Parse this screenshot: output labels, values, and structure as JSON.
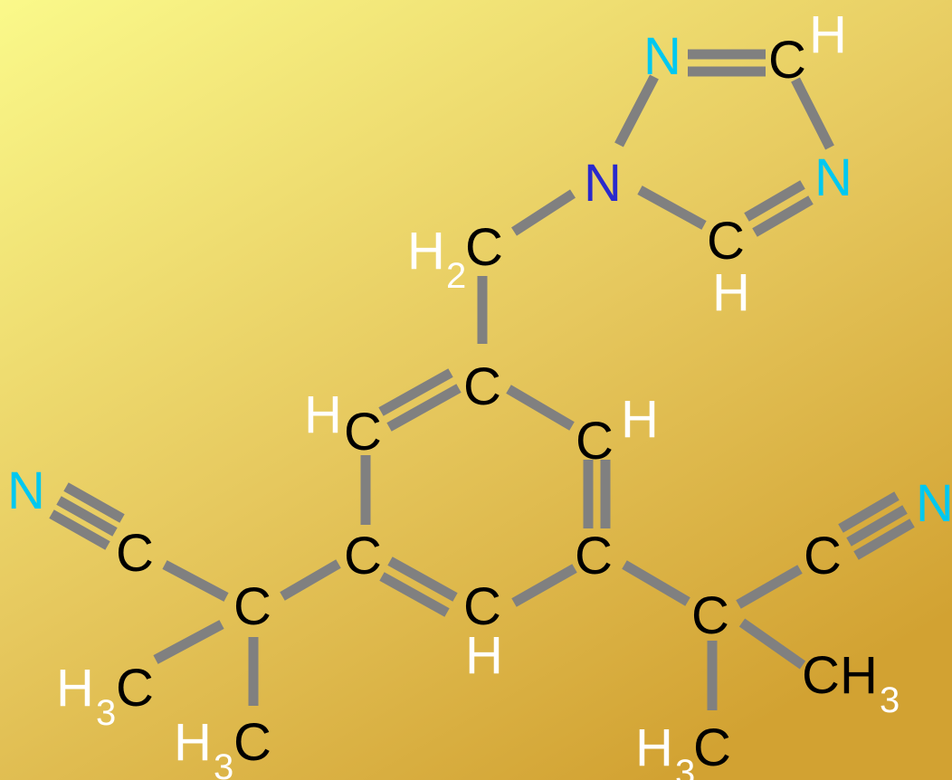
{
  "colors": {
    "background_light": "#FAF98A",
    "background_dark": "#D4A63A",
    "bond": "#808080",
    "carbon": "#000000",
    "hydrogen": "#FFFFFF",
    "nitrogen_aromatic": "#00C8F0",
    "nitrogen_substituted": "#2A2ACC"
  },
  "atoms": {
    "n_top": "N",
    "c_top_ring": "C",
    "h_top_ring": "H",
    "n_right_ring": "N",
    "n_center_ring": "N",
    "c_low_ring": "C",
    "h_low_ring": "H",
    "ch2_h": "H",
    "ch2_sub": "2",
    "ch2_c": "C",
    "c_ring_top": "C",
    "c_ring_left_h": "H",
    "c_ring_left": "C",
    "c_ring_right": "C",
    "c_ring_right_h": "H",
    "c_ring_bl": "C",
    "c_ring_br": "C",
    "c_ring_bottom": "C",
    "c_ring_bottom_h": "H",
    "n_left_nitrile": "N",
    "c_left_nitrile": "C",
    "c_left_quat": "C",
    "left_methyl1_h": "H",
    "left_methyl1_sub": "3",
    "left_methyl1_c": "C",
    "left_methyl2_h": "H",
    "left_methyl2_sub": "3",
    "left_methyl2_c": "C",
    "n_right_nitrile": "N",
    "c_right_nitrile": "C",
    "c_right_quat": "C",
    "right_methyl1_c": "C",
    "right_methyl1_h": "H",
    "right_methyl1_sub": "3",
    "right_methyl2_h": "H",
    "right_methyl2_sub": "3",
    "right_methyl2_c": "C"
  }
}
